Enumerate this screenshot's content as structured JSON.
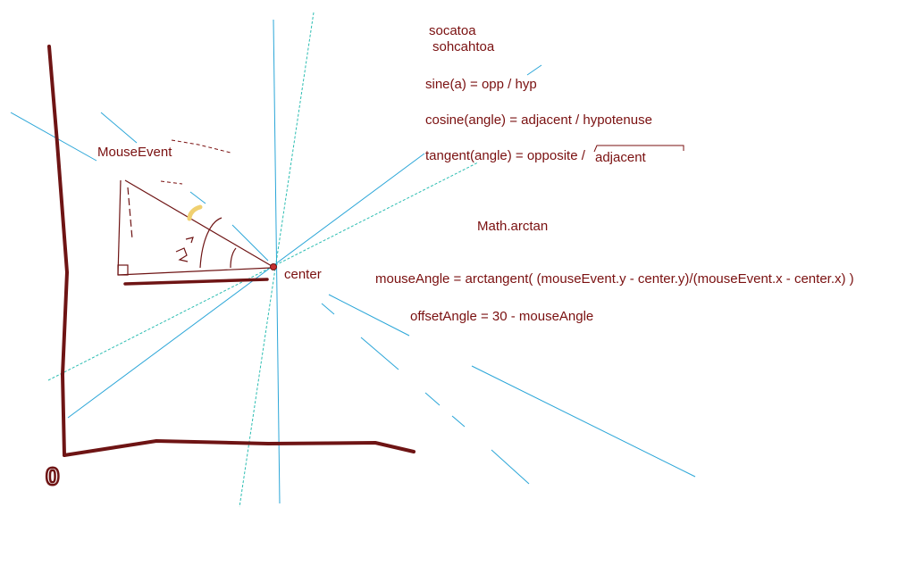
{
  "colors": {
    "text": "#7a1010",
    "ink": "#6e1414",
    "blue": "#2ba6d8",
    "teal": "#2cbdb2",
    "yellow": "#f0d070"
  },
  "labels": {
    "mouse_event": "MouseEvent",
    "center": "center",
    "mnemonic_1": "socatoa",
    "mnemonic_2": "sohcahtoa",
    "sine": "sine(a) = opp / hyp",
    "cosine": "cosine(angle) = adjacent / hypotenuse",
    "tangent": "tangent(angle) = opposite /",
    "tangent_denominator": "adjacent",
    "math_arctan": "Math.arctan",
    "mouse_angle": "mouseAngle = arctangent( (mouseEvent.y - center.y)/(mouseEvent.x - center.x) )",
    "offset_angle": "offsetAngle = 30 - mouseAngle",
    "origin_zero": "0"
  }
}
